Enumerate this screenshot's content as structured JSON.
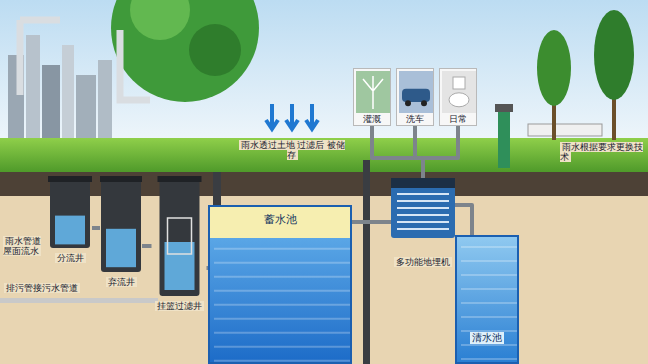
{
  "diagram": {
    "nodes": [
      {
        "text": [
          "灌溉"
        ]
      },
      {
        "text": [
          "洗车"
        ]
      },
      {
        "text": [
          "日常"
        ]
      },
      {
        "text": [
          "分流井"
        ]
      },
      {
        "text": [
          "弃流井"
        ]
      },
      {
        "text": [
          "挂篮过滤井"
        ]
      },
      {
        "text": [
          "蓄水池"
        ]
      },
      {
        "text": [
          "多功能地埋机"
        ]
      },
      {
        "text": [
          "清水池"
        ]
      }
    ],
    "edges": [
      {
        "from": 3,
        "to": 4,
        "arrow": "none"
      },
      {
        "from": 4,
        "to": 5,
        "arrow": "none"
      },
      {
        "from": 5,
        "to": 6,
        "arrow": "none"
      },
      {
        "from": 6,
        "to": 7,
        "arrow": "none"
      },
      {
        "from": 7,
        "to": 8,
        "arrow": "none"
      },
      {
        "from": 7,
        "to": 0,
        "arrow": "none"
      },
      {
        "from": 7,
        "to": 1,
        "arrow": "none"
      },
      {
        "from": 7,
        "to": 2,
        "arrow": "none"
      }
    ],
    "labels": [
      "雨水透过土地 过滤后 被储存",
      "雨水管道 屋面流水",
      "排污管接污水管道",
      "雨水根据要求更换技术"
    ]
  }
}
